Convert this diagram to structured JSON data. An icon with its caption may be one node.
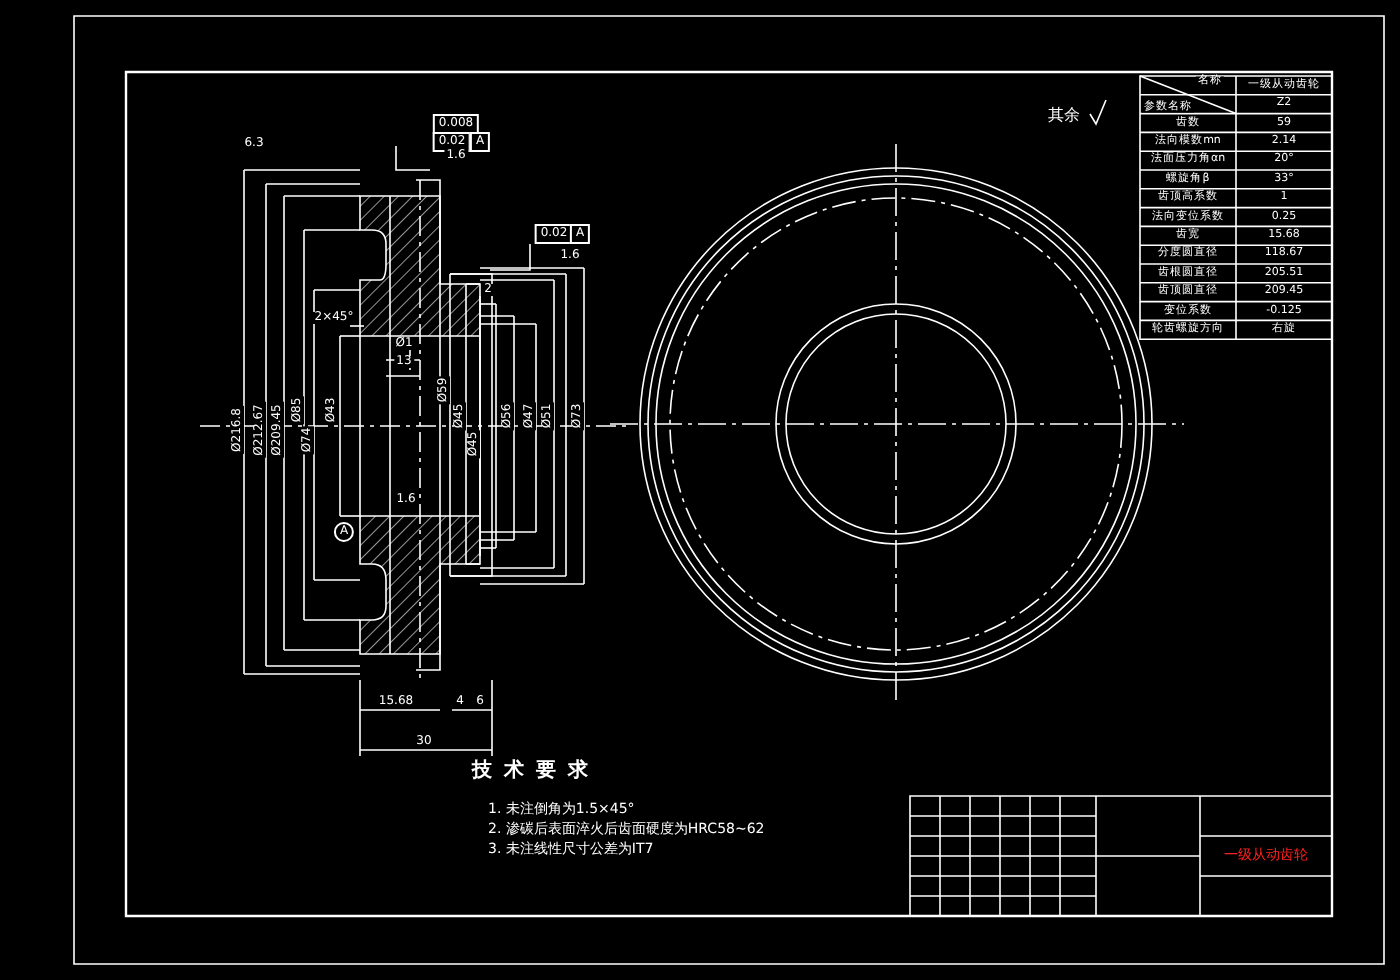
{
  "diagram": {
    "labels": [
      "6.3",
      "0.008",
      "0.02",
      "A",
      "1.6",
      "0.02",
      "A",
      "1.6",
      "2×45°",
      "Ø1",
      "13",
      "2",
      "Ø216.8",
      "Ø212.67",
      "Ø209.45",
      "Ø85",
      "Ø74",
      "Ø43",
      "Ø59",
      "Ø45",
      "Ø45",
      "Ø56",
      "Ø47",
      "Ø51",
      "Ø73",
      "1.6",
      "A",
      "15.68",
      "4",
      "6",
      "30",
      "其余",
      "名称",
      "一级从动齿轮",
      "参数名称",
      "Z2",
      "齿数",
      "59",
      "法向模数mn",
      "2.14",
      "法面压力角αn",
      "20°",
      "螺旋角β",
      "33°",
      "齿顶高系数",
      "1",
      "法向变位系数",
      "0.25",
      "齿宽",
      "15.68",
      "分度圆直径",
      "118.67",
      "齿根圆直径",
      "205.51",
      "齿顶圆直径",
      "209.45",
      "变位系数",
      "-0.125",
      "轮齿螺旋方向",
      "右旋",
      "技术要求",
      "1. 未注倒角为1.5×45°",
      "2. 渗碳后表面淬火后齿面硬度为HRC58~62",
      "3. 未注线性尺寸公差为IT7",
      "一级从动齿轮"
    ]
  }
}
